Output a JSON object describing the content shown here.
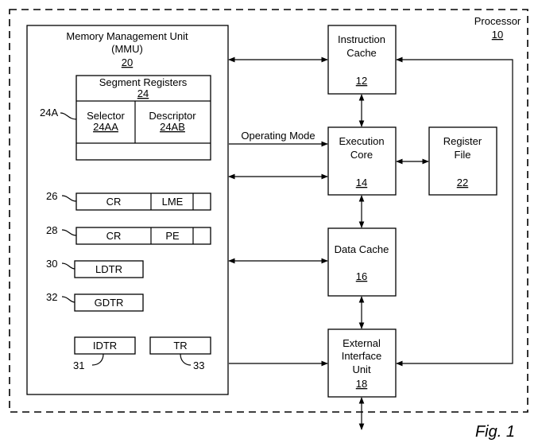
{
  "processor": {
    "label": "Processor",
    "ref": "10"
  },
  "mmu": {
    "title": "Memory Management Unit",
    "abbr": "(MMU)",
    "ref": "20"
  },
  "segment_registers": {
    "label": "Segment Registers",
    "ref": "24",
    "callout": "24A",
    "selector": {
      "label": "Selector",
      "ref": "24AA"
    },
    "descriptor": {
      "label": "Descriptor",
      "ref": "24AB"
    }
  },
  "registers": [
    {
      "ref": "26",
      "label": "CR",
      "field": "LME"
    },
    {
      "ref": "28",
      "label": "CR",
      "field": "PE"
    },
    {
      "ref": "30",
      "label": "LDTR"
    },
    {
      "ref": "32",
      "label": "GDTR"
    },
    {
      "ref": "31",
      "label": "IDTR"
    },
    {
      "ref": "33",
      "label": "TR"
    }
  ],
  "instruction_cache": {
    "line1": "Instruction",
    "line2": "Cache",
    "ref": "12"
  },
  "execution_core": {
    "line1": "Execution",
    "line2": "Core",
    "ref": "14"
  },
  "register_file": {
    "line1": "Register",
    "line2": "File",
    "ref": "22"
  },
  "data_cache": {
    "label": "Data Cache",
    "ref": "16"
  },
  "external_interface": {
    "line1": "External",
    "line2": "Interface",
    "line3": "Unit",
    "ref": "18"
  },
  "operating_mode_label": "Operating Mode",
  "figure_label": "Fig. 1"
}
